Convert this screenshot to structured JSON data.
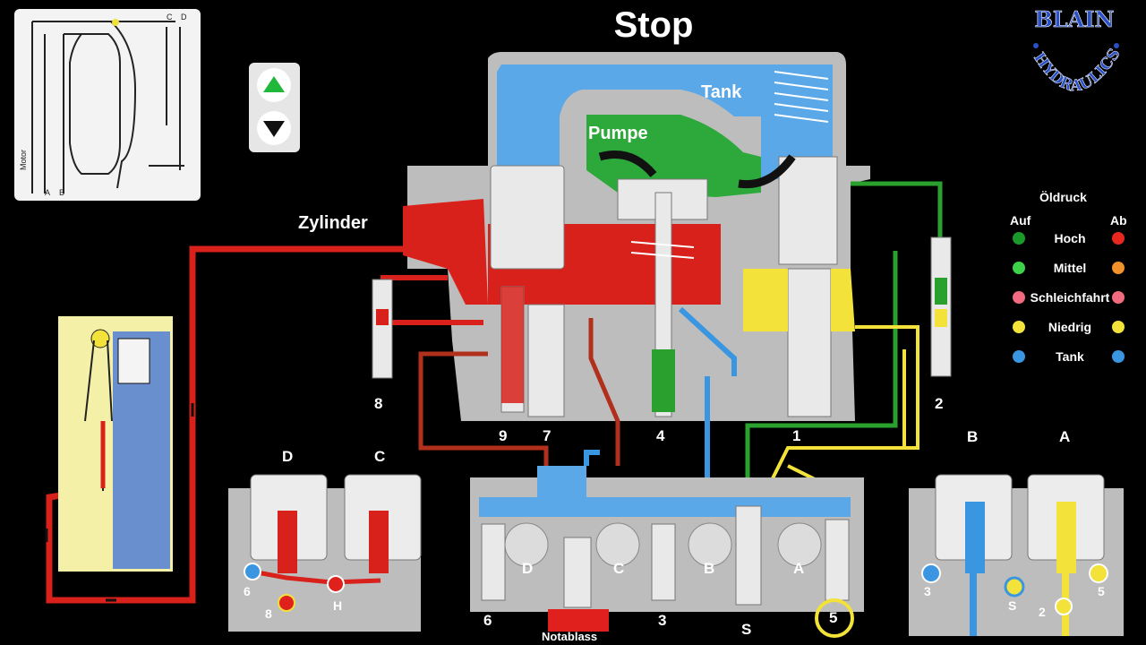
{
  "title": "Stop",
  "logo": {
    "top": "BLAIN",
    "bottom": "HYDRAULICS"
  },
  "minimap": {
    "motor": "Motor",
    "a": "A",
    "b": "B",
    "c": "C",
    "d": "D"
  },
  "nav": {
    "up_icon": "triangle-up",
    "down_icon": "triangle-down"
  },
  "labels": {
    "zylinder": "Zylinder",
    "pumpe": "Pumpe",
    "tank": "Tank",
    "notablass": "Notablass",
    "v8": "8",
    "v9": "9",
    "v7": "7",
    "v4": "4",
    "v1": "1",
    "v2": "2",
    "low_6": "6",
    "low_3": "3",
    "low_s": "S",
    "low_5": "5",
    "b_d": "D",
    "b_c": "C",
    "b_b": "B",
    "b_a": "A",
    "coil_d": "D",
    "coil_c": "C",
    "coil_b": "B",
    "coil_a": "A",
    "l_6": "6",
    "l_8": "8",
    "l_h": "H",
    "r_3": "3",
    "r_s": "S",
    "r_2": "2",
    "r_5": "5"
  },
  "legend": {
    "title": "Öldruck",
    "auf": "Auf",
    "ab": "Ab",
    "rows": [
      {
        "label": "Hoch",
        "auf_color": "#1a9a2a",
        "ab_color": "#e8281e"
      },
      {
        "label": "Mittel",
        "auf_color": "#3ed24a",
        "ab_color": "#f2922a"
      },
      {
        "label": "Schleichfahrt",
        "auf_color": "#f06a80",
        "ab_color": "#f06a80"
      },
      {
        "label": "Niedrig",
        "auf_color": "#f2e23a",
        "ab_color": "#f2e23a"
      },
      {
        "label": "Tank",
        "auf_color": "#3a96e0",
        "ab_color": "#3a96e0"
      }
    ]
  },
  "colors": {
    "high_down": "#e0201c",
    "high_up": "#2aa02e",
    "low": "#f2e23a",
    "tank": "#3a96e0",
    "body": "#bdbdbd"
  }
}
